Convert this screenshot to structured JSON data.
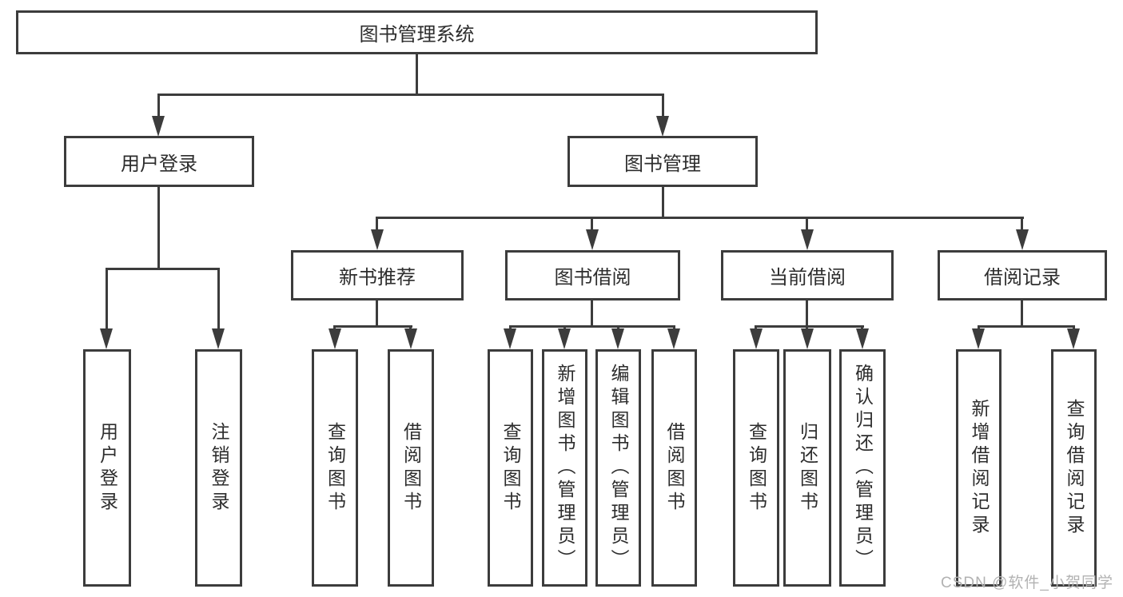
{
  "root": {
    "label": "图书管理系统"
  },
  "branches": [
    {
      "label": "用户登录",
      "children": [
        "用户登录",
        "注销登录"
      ]
    },
    {
      "label": "图书管理",
      "children": [
        {
          "label": "新书推荐",
          "children": [
            "查询图书",
            "借阅图书"
          ]
        },
        {
          "label": "图书借阅",
          "children": [
            "查询图书",
            "新增图书（管理员）",
            "编辑图书（管理员）",
            "借阅图书"
          ]
        },
        {
          "label": "当前借阅",
          "children": [
            "查询图书",
            "归还图书",
            "确认归还（管理员）"
          ]
        },
        {
          "label": "借阅记录",
          "children": [
            "新增借阅记录",
            "查询借阅记录"
          ]
        }
      ]
    }
  ],
  "watermark": "CSDN @软件_小贺同学",
  "colors": {
    "line": "#3c3c3c",
    "box_border": "#3c3c3c",
    "box_background": "#ffffff",
    "text": "#2d2d2d",
    "watermark": "#b2b2b2",
    "page_background": "#ffffff"
  }
}
